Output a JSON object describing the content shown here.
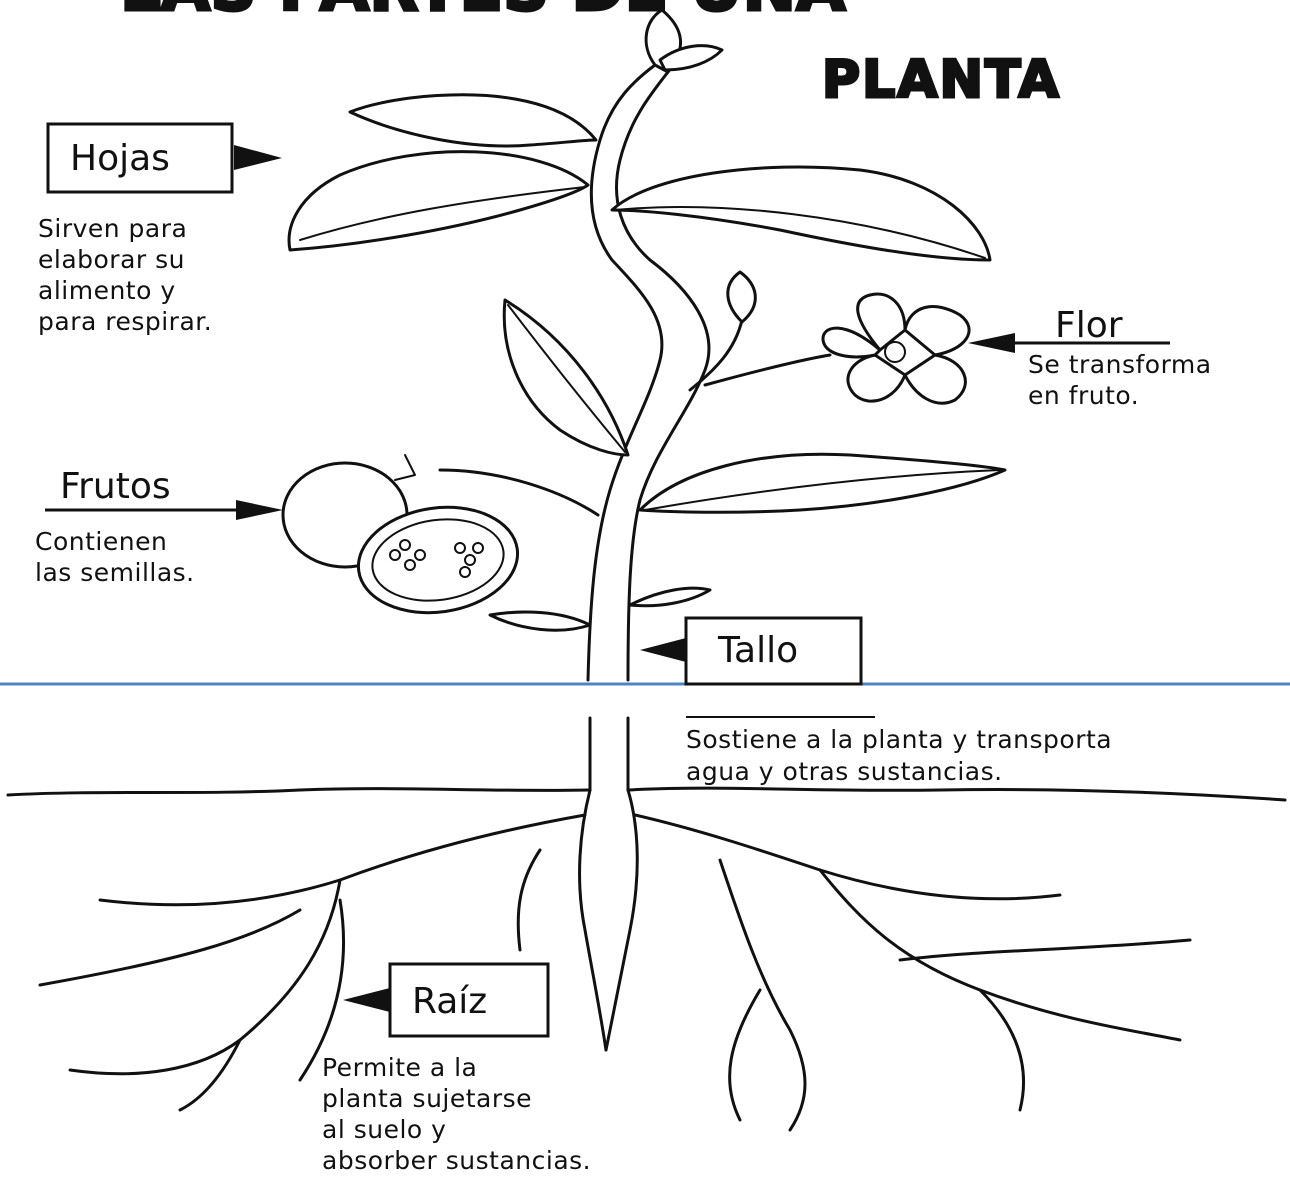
{
  "title": {
    "top_clipped": "LAS PARTES DE UNA",
    "main": "PLANTA"
  },
  "labels": {
    "hojas": {
      "name": "Hojas",
      "desc": [
        "Sirven para",
        "elaborar su",
        "alimento y",
        "para respirar."
      ]
    },
    "flor": {
      "name": "Flor",
      "desc": [
        "Se transforma",
        "en fruto."
      ]
    },
    "frutos": {
      "name": "Frutos",
      "desc": [
        "Contienen",
        "las semillas."
      ]
    },
    "tallo": {
      "name": "Tallo",
      "desc": [
        "Sostiene a la planta y transporta",
        "agua y otras sustancias."
      ]
    },
    "raiz": {
      "name": "Raíz",
      "desc": [
        "Permite a la",
        "planta sujetarse",
        "al suelo y",
        "absorber sustancias."
      ]
    }
  },
  "colors": {
    "ink": "#111111",
    "divider": "#4a86c5",
    "background": "#ffffff"
  }
}
